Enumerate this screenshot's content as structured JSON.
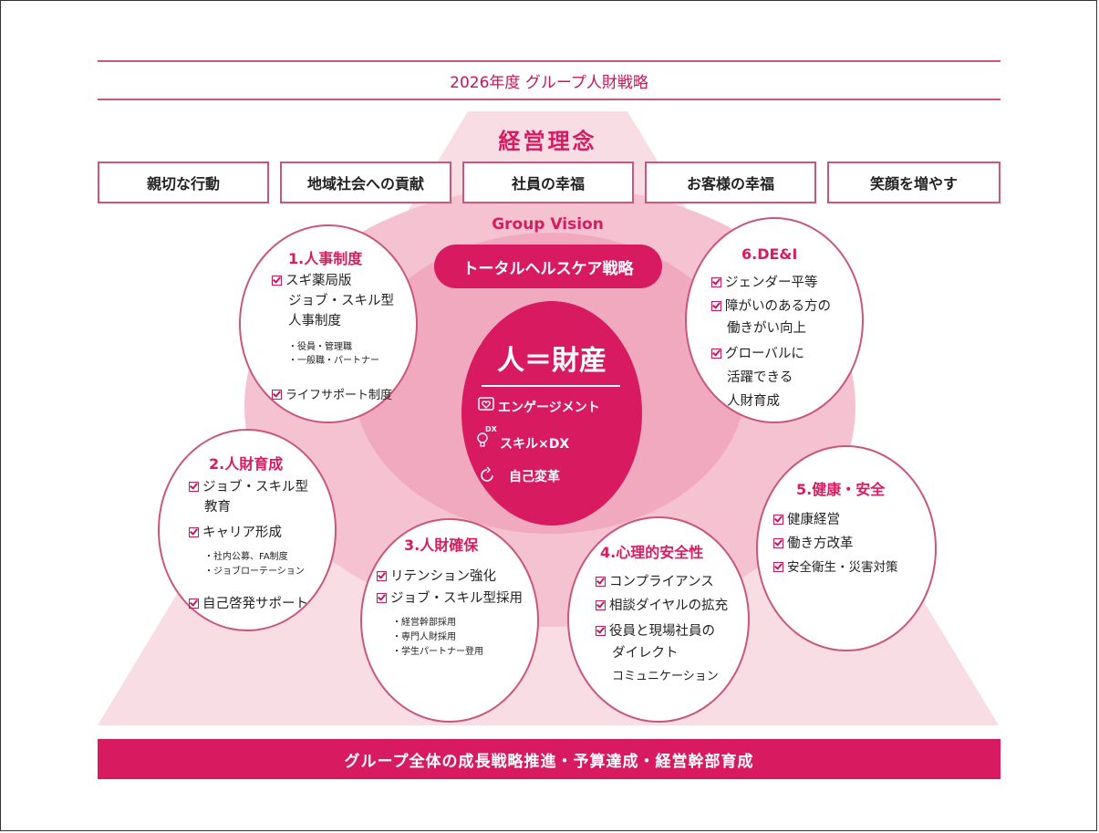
{
  "header": {
    "title": "2026年度 グループ人財戦略"
  },
  "philosophy": {
    "label": "経営理念"
  },
  "values": [
    "親切な行動",
    "地域社会への貢献",
    "社員の幸福",
    "お客様の幸福",
    "笑顔を増やす"
  ],
  "vision": {
    "label": "Group Vision",
    "strategy": "トータルヘルスケア戦略"
  },
  "core": {
    "title": "人＝財産",
    "items": [
      {
        "icon": "heart-icon",
        "label": "エンゲージメント"
      },
      {
        "icon": "lightbulb-dx-icon",
        "label": "スキル×DX",
        "icon_text": "DX"
      },
      {
        "icon": "cycle-icon",
        "label": "自己変革"
      }
    ]
  },
  "pillars": {
    "p1": {
      "title": "1.人事制度",
      "lines": [
        "スギ薬局版",
        "ジョブ・スキル型",
        "人事制度"
      ],
      "subs": [
        "・役員・管理職",
        "・一般職・パートナー"
      ],
      "last": "ライフサポート制度"
    },
    "p2": {
      "title": "2.人財育成",
      "lines": [
        "ジョブ・スキル型",
        "教育",
        "キャリア形成"
      ],
      "subs": [
        "・社内公募、FA制度",
        "・ジョブローテーション"
      ],
      "last": "自己啓発サポート"
    },
    "p3": {
      "title": "3.人財確保",
      "lines": [
        "リテンション強化",
        "ジョブ・スキル型採用"
      ],
      "subs": [
        "・経営幹部採用",
        "・専門人財採用",
        "・学生パートナー登用"
      ]
    },
    "p4": {
      "title": "4.心理的安全性",
      "lines": [
        "コンプライアンス",
        "相談ダイヤルの拡充",
        "役員と現場社員の",
        "ダイレクト",
        "コミュニケーション"
      ]
    },
    "p5": {
      "title": "5.健康・安全",
      "lines": [
        "健康経営",
        "働き方改革",
        "安全衛生・災害対策"
      ]
    },
    "p6": {
      "title": "6.DE&I",
      "lines": [
        "ジェンダー平等",
        "障がいのある方の",
        "働きがい向上",
        "グローバルに",
        "活躍できる",
        "人財育成"
      ]
    }
  },
  "footer": {
    "label": "グループ全体の成長戦略推進・予算達成・経営幹部育成"
  },
  "colors": {
    "brand": "#d81b60",
    "outline": "#c9567e",
    "pyramid_light": "#f9dde5",
    "pyramid_mid": "#f4b9c9"
  }
}
